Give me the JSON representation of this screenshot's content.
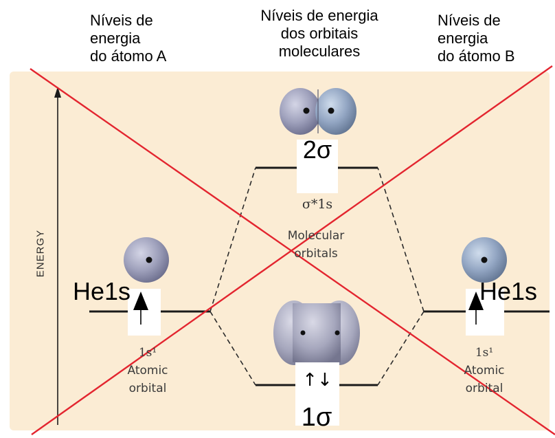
{
  "headers": {
    "left": [
      "Níveis de",
      "energia",
      "do átomo A"
    ],
    "center": [
      "Níveis de energia",
      "dos orbitais",
      "moleculares"
    ],
    "right": [
      "Níveis de",
      "energia",
      "do átomo B"
    ]
  },
  "axis_label": "ENERGY",
  "overlay_labels": {
    "sigma2": "2σ",
    "sigma1": "1σ",
    "he_left": "He1s",
    "he_right": "He1s",
    "spin_pair": "↑↓"
  },
  "original_labels": {
    "antibonding": "σ*1s",
    "mo_line1": "Molecular",
    "mo_line2": "orbitals",
    "ao_left_sub": "1s¹",
    "ao_right_sub": "1s¹",
    "ao_line1": "Atomic",
    "ao_line2": "orbital"
  },
  "colors": {
    "panel_bg": "#fbecd4",
    "cross": "#e3252f",
    "orbital": "#9a9cb8",
    "line": "#1a1a1a"
  }
}
